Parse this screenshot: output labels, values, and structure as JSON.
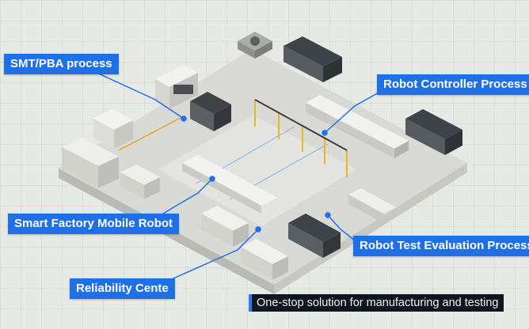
{
  "callouts": {
    "smt": "SMT/PBA process",
    "robot_controller": "Robot Controller Process",
    "mobile_robot": "Smart Factory Mobile Robot",
    "test_evaluation": "Robot Test Evaluation Process",
    "reliability": "Reliability Cente"
  },
  "caption": "One-stop solution for manufacturing and testing",
  "colors": {
    "accent": "#1f6fe6",
    "caption_bg": "#10161f",
    "floor": "#e4e4df"
  }
}
